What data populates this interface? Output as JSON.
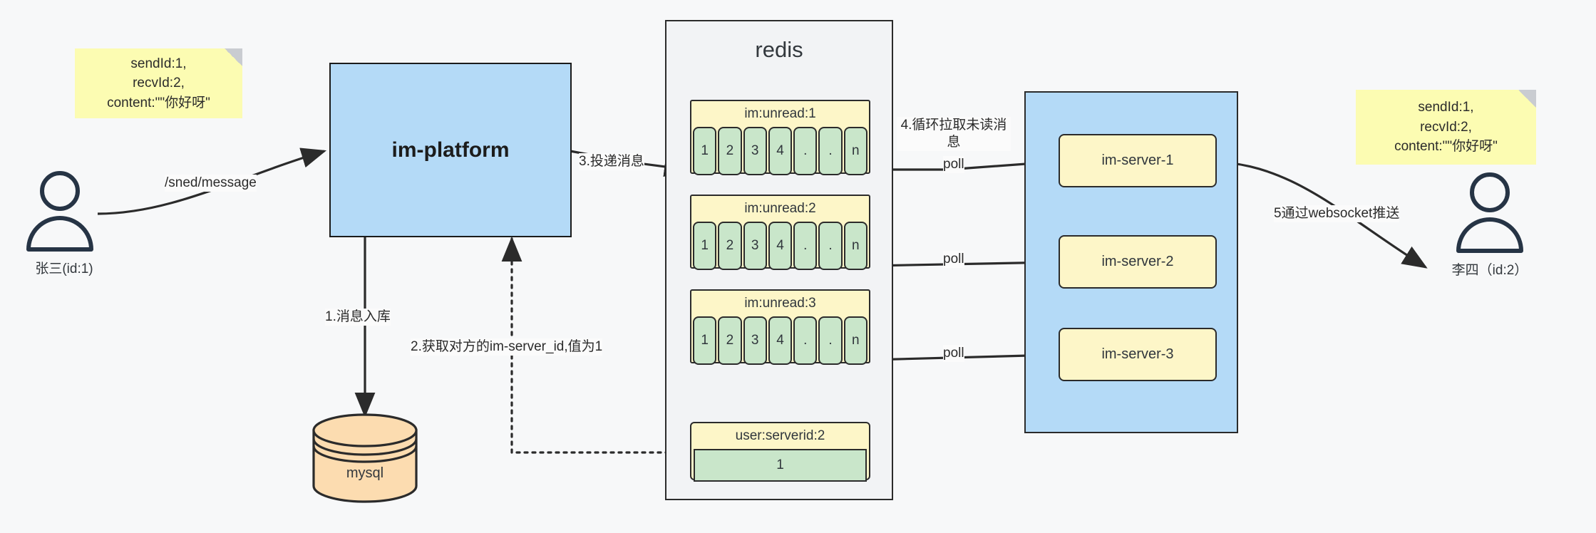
{
  "diagram": {
    "title": "IM message delivery architecture",
    "colors": {
      "background": "#f7f8f9",
      "blue_fill": "#b4daf7",
      "yellow_fill": "#fdf6c8",
      "note_fill": "#fcfcb2",
      "green_fill": "#c9e6ca",
      "orange_fill": "#fcdcb0",
      "stroke": "#2b2b2b"
    }
  },
  "notes": {
    "left": "sendId:1,\nrecvId:2,\ncontent:\"\"你好呀\"",
    "right": "sendId:1,\nrecvId:2,\ncontent:\"\"你好呀\""
  },
  "actors": {
    "sender": {
      "label": "张三(id:1)",
      "icon": "user-icon"
    },
    "receiver": {
      "label": "李四（id:2）",
      "icon": "user-icon"
    }
  },
  "nodes": {
    "platform": {
      "label": "im-platform"
    },
    "mysql": {
      "label": "mysql"
    },
    "redis": {
      "label": "redis"
    },
    "server_cluster": {
      "servers": [
        {
          "label": "im-server-1"
        },
        {
          "label": "im-server-2"
        },
        {
          "label": "im-server-3"
        }
      ]
    }
  },
  "redis_entries": [
    {
      "key": "im:unread:1",
      "cells": [
        "1",
        "2",
        "3",
        "4",
        ".",
        ".",
        "n"
      ]
    },
    {
      "key": "im:unread:2",
      "cells": [
        "1",
        "2",
        "3",
        "4",
        ".",
        ".",
        "n"
      ]
    },
    {
      "key": "im:unread:3",
      "cells": [
        "1",
        "2",
        "3",
        "4",
        ".",
        ".",
        "n"
      ]
    }
  ],
  "redis_kv": {
    "key": "user:serverid:2",
    "value": "1"
  },
  "edges": {
    "send_message": "/sned/message",
    "step1": "1.消息入库",
    "step2": "2.获取对方的im-server_id,值为1",
    "step3": "3.投递消息",
    "step4": "4.循环拉取未读消\n息",
    "step5": "5通过websocket推送",
    "poll1": "poll",
    "poll2": "poll",
    "poll3": "poll"
  }
}
